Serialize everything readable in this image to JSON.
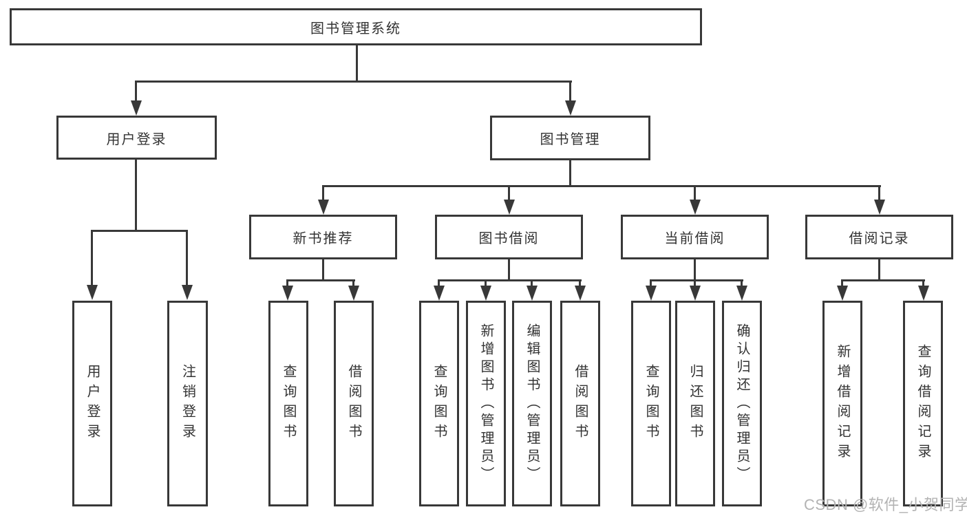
{
  "diagram": {
    "line_color": "#383838",
    "text_color": "#333333",
    "nodes": {
      "root": "图书管理系统",
      "user_login": "用户登录",
      "book_management": "图书管理",
      "new_book_recommend": "新书推荐",
      "book_borrow": "图书借阅",
      "current_borrow": "当前借阅",
      "borrow_records": "借阅记录",
      "leaf_user_login": "用户登录",
      "leaf_logout": "注销登录",
      "leaf_nbr_query_books": "查询图书",
      "leaf_nbr_borrow_books": "借阅图书",
      "leaf_bb_query_books": "查询图书",
      "leaf_bb_add_books": "新增图书（管理员）",
      "leaf_bb_edit_books": "编辑图书（管理员）",
      "leaf_bb_borrow_books": "借阅图书",
      "leaf_cb_query_books": "查询图书",
      "leaf_cb_return_books": "归还图书",
      "leaf_cb_confirm_return": "确认归还（管理员）",
      "leaf_br_add_record": "新增借阅记录",
      "leaf_br_query_record": "查询借阅记录"
    },
    "hierarchy": {
      "图书管理系统": [
        "用户登录",
        "图书管理"
      ],
      "用户登录": [
        "用户登录",
        "注销登录"
      ],
      "图书管理": [
        "新书推荐",
        "图书借阅",
        "当前借阅",
        "借阅记录"
      ],
      "新书推荐": [
        "查询图书",
        "借阅图书"
      ],
      "图书借阅": [
        "查询图书",
        "新增图书（管理员）",
        "编辑图书（管理员）",
        "借阅图书"
      ],
      "当前借阅": [
        "查询图书",
        "归还图书",
        "确认归还（管理员）"
      ],
      "借阅记录": [
        "新增借阅记录",
        "查询借阅记录"
      ]
    },
    "watermark": {
      "text": "CSDN @软件_小贺同学",
      "color": "#b3b3b3"
    }
  }
}
